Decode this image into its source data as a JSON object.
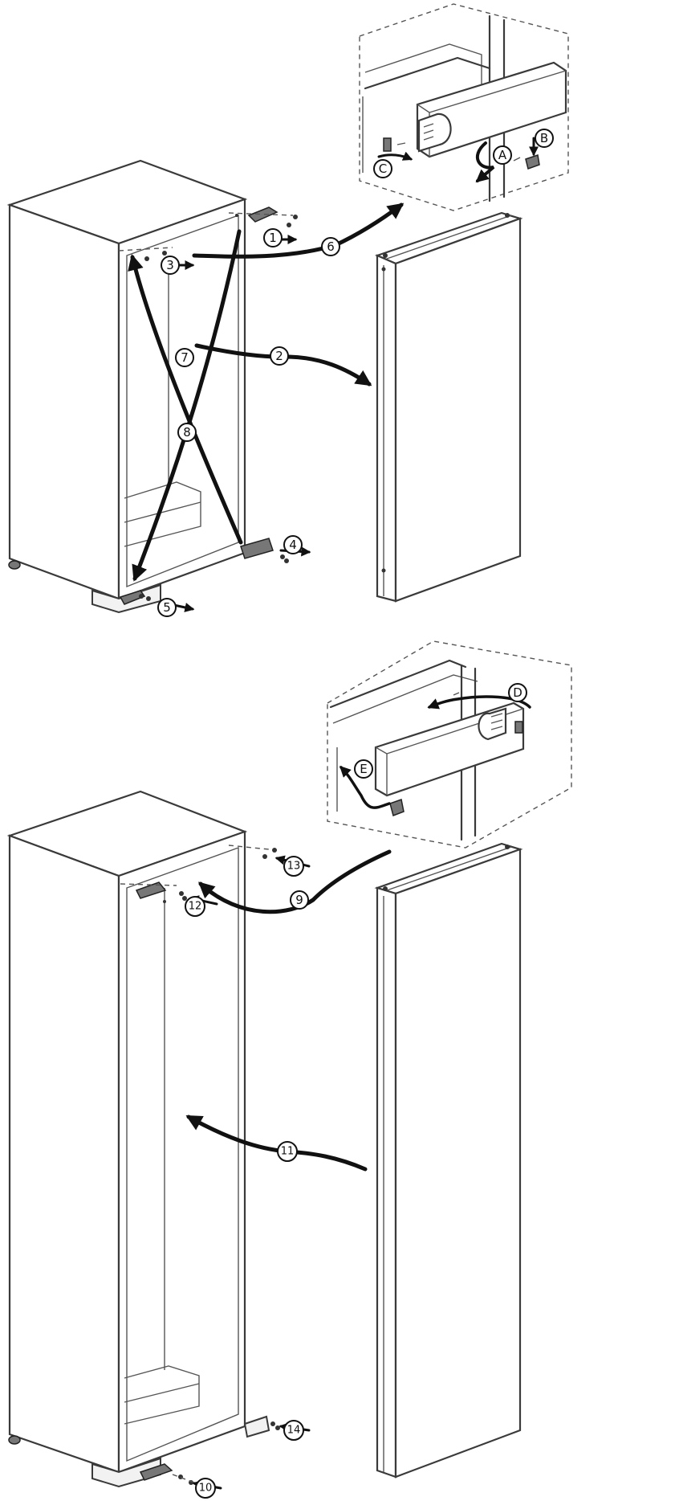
{
  "callouts": {
    "c1": "1",
    "c2": "2",
    "c3": "3",
    "c4": "4",
    "c5": "5",
    "c6": "6",
    "c7": "7",
    "c8": "8",
    "c9": "9",
    "c10": "10",
    "c11": "11",
    "c12": "12",
    "c13": "13",
    "c14": "14",
    "cA": "A",
    "cB": "B",
    "cC": "C",
    "cD": "D",
    "cE": "E"
  }
}
